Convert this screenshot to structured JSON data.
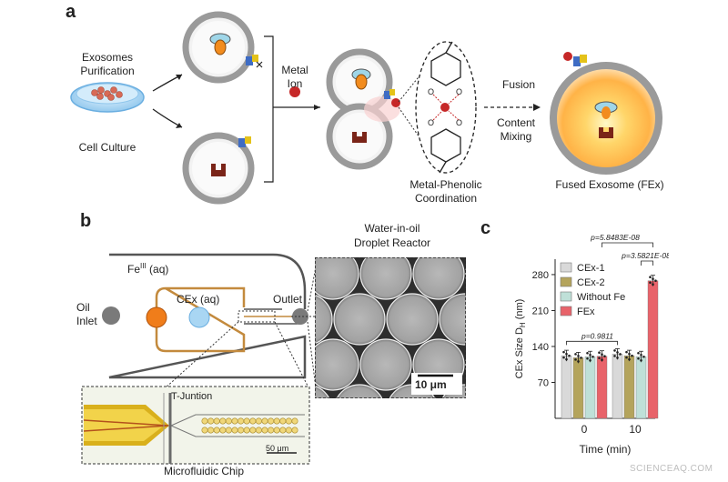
{
  "panel_a": {
    "letter": "a",
    "exosomes_purification": [
      "Exosomes",
      "Purification"
    ],
    "cell_culture": "Cell Culture",
    "metal_ion": [
      "Metal",
      "Ion"
    ],
    "metal_phenolic": [
      "Metal-Phenolic",
      "Coordination"
    ],
    "fusion": "Fusion",
    "content_mixing": [
      "Content",
      "Mixing"
    ],
    "fused_exosome": "Fused Exosome (FEx)"
  },
  "panel_b": {
    "letter": "b",
    "fe_label": "Fe",
    "fe_sup": "III",
    "fe_aq": "(aq)",
    "cex_aq": "CEx (aq)",
    "oil_inlet": [
      "Oil",
      "Inlet"
    ],
    "outlet": "Outlet",
    "droplet_title": [
      "Water-in-oil",
      "Droplet Reactor"
    ],
    "scale_10um": "10 μm",
    "t_junction": "T-Juntion",
    "scale_50um": "50 μm",
    "microfluidic_chip": "Microfluidic Chip"
  },
  "panel_c": {
    "letter": "c",
    "pvals": [
      "p=5.8483E-08",
      "p=3.5821E-08",
      "p=0.9811"
    ]
  },
  "watermark": "SCIENCEAQ.COM",
  "colors": {
    "cex1": "#d9d9d9",
    "cex2": "#b4a45c",
    "without_fe": "#bfe0d8",
    "fex": "#e8636a",
    "orange": "#f07d1a",
    "lightblue": "#a9d6f3",
    "chip_gold": "#c9a23a",
    "metal_ion": "#c62828"
  },
  "chart_data": {
    "type": "bar",
    "categories": [
      "0",
      "10"
    ],
    "xlabel": "Time (min)",
    "ylabel": "CEx Size D",
    "ylabel_sub": "H",
    "ylabel_unit": " (nm)",
    "yticks": [
      70,
      140,
      210,
      280
    ],
    "ylim": [
      0,
      310
    ],
    "legend_position": "top-left",
    "series": [
      {
        "name": "CEx-1",
        "values": [
          122,
          125
        ]
      },
      {
        "name": "CEx-2",
        "values": [
          118,
          122
        ]
      },
      {
        "name": "Without Fe",
        "values": [
          120,
          120
        ]
      },
      {
        "name": "FEx",
        "values": [
          121,
          268
        ]
      }
    ]
  }
}
